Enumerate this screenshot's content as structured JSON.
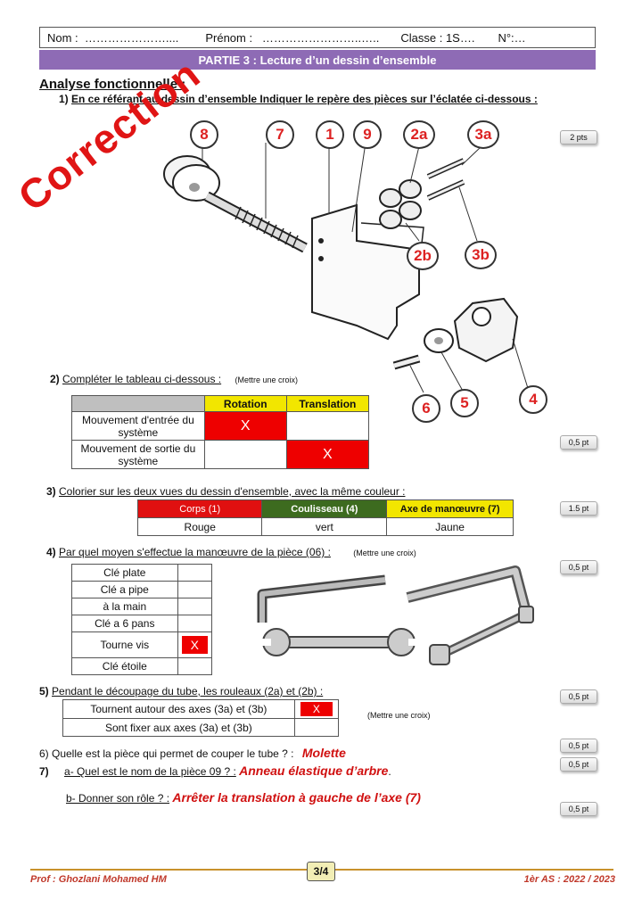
{
  "header": {
    "nom": "Nom :  …………………....",
    "prenom": "Prénom :   ……………………..…..",
    "classe": "Classe : 1S….",
    "numero": "N°:…"
  },
  "banner": "PARTIE 3 : Lecture d’un dessin d’ensemble",
  "watermark": "Correction",
  "section_title": "Analyse fonctionnelle :",
  "q1": {
    "num": "1)",
    "text": "En ce référant au dessin d’ensemble Indiquer le repère des pièces sur l’éclatée ci-dessous :",
    "points": "2 pts"
  },
  "callouts": [
    "8",
    "7",
    "1",
    "9",
    "2a",
    "3a",
    "2b",
    "3b",
    "6",
    "5",
    "4"
  ],
  "q2": {
    "num": "2)",
    "text": "Compléter le tableau ci-dessous :",
    "note": "(Mettre une croix)",
    "points": "0,5 pt",
    "headers": [
      "Rotation",
      "Translation"
    ],
    "rows": [
      {
        "label": "Mouvement d'entrée du système",
        "rotation": "X",
        "translation": ""
      },
      {
        "label": "Mouvement de sortie du système",
        "rotation": "",
        "translation": "X"
      }
    ]
  },
  "q3": {
    "num": "3)",
    "text": "Colorier sur les deux vues du dessin d'ensemble, avec la même couleur :",
    "points": "1.5 pt",
    "headers": [
      "Corps (1)",
      "Coulisseau  (4)",
      "Axe de manœuvre  (7)"
    ],
    "values": [
      "Rouge",
      "vert",
      "Jaune"
    ],
    "colors": [
      "#e01010",
      "#3d6b1f",
      "#f2e600"
    ]
  },
  "q4": {
    "num": "4)",
    "text": "Par quel moyen s'effectue la manœuvre de la pièce (06) :",
    "note": "(Mettre une croix)",
    "points": "0,5 pt",
    "options": [
      {
        "label": "Clé plate",
        "mark": ""
      },
      {
        "label": "Clé a pipe",
        "mark": ""
      },
      {
        "label": "à la main",
        "mark": ""
      },
      {
        "label": "Clé a 6 pans",
        "mark": ""
      },
      {
        "label": "Tourne vis",
        "mark": "X"
      },
      {
        "label": "Clé étoile",
        "mark": ""
      }
    ]
  },
  "q5": {
    "num": "5)",
    "text": "Pendant le découpage du tube, les rouleaux (2a) et (2b) :",
    "note": "(Mettre une croix)",
    "points": "0,5 pt",
    "options": [
      {
        "label": "Tournent autour des axes (3a) et (3b)",
        "mark": "X"
      },
      {
        "label": "Sont fixer aux axes (3a) et (3b)",
        "mark": ""
      }
    ]
  },
  "q6": {
    "text": "6) Quelle est la pièce qui permet de couper le tube ? :",
    "answer": "Molette",
    "points": "0,5 pt"
  },
  "q7": {
    "num": "7)",
    "a_text": "a- Quel est le nom de la pièce 09 ? :",
    "a_answer": "Anneau élastique d’arbre",
    "a_points": "0,5 pt",
    "b_text": "b- Donner son rôle ? :",
    "b_answer": "Arrêter la translation à gauche de l’axe (7)",
    "b_points": "0,5 pt"
  },
  "footer": {
    "prof": "Prof : Ghozlani Mohamed HM",
    "page": "3/4",
    "classe": "1èr AS : 2022 / 2023"
  }
}
